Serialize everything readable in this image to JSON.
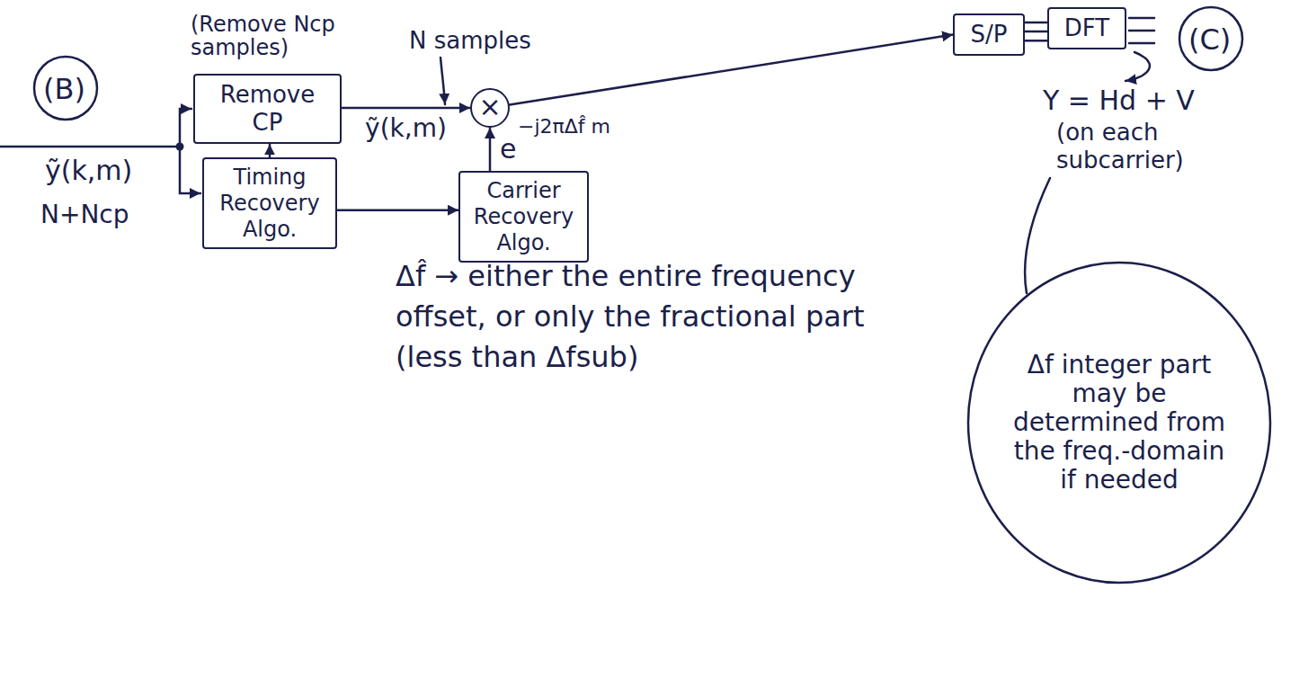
{
  "diagram": {
    "nodes": [
      {
        "text": [
          "Remove CP"
        ]
      },
      {
        "text": [
          "Timing Recovery Algo."
        ]
      },
      {
        "text": [
          "×"
        ]
      },
      {
        "text": [
          "Carrier Recovery Algo."
        ]
      },
      {
        "text": [
          "S/P"
        ]
      },
      {
        "text": [
          "DFT"
        ]
      },
      {
        "text": [
          "Δf integer part may be determined from the freq.-domain if needed"
        ]
      }
    ],
    "edges": [
      {
        "from": 0,
        "to": 2,
        "arrow": "to",
        "label": "ỹ(k,m)"
      },
      {
        "from": 1,
        "to": 0,
        "arrow": "to"
      },
      {
        "from": 1,
        "to": 3,
        "arrow": "to"
      },
      {
        "from": 3,
        "to": 2,
        "arrow": "to"
      },
      {
        "from": 2,
        "to": 4,
        "arrow": "to"
      },
      {
        "from": 4,
        "to": 5,
        "arrow": "none"
      }
    ],
    "labels": [
      "(B)",
      "(C)",
      "ỹ(k,m)",
      "N+Ncp",
      "(Remove Ncp samples)",
      "N samples",
      "e",
      "−j2πΔf̂ m",
      "Y = Hd + V",
      "(on each subcarrier)",
      "Δf̂ → either the entire frequency offset, or only the fractional part (less than Δfsub)"
    ]
  }
}
